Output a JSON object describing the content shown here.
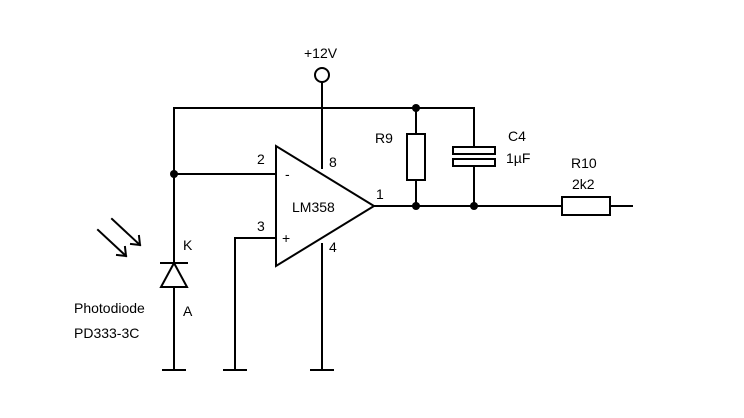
{
  "supply": {
    "label": "+12V"
  },
  "opamp": {
    "name": "LM358",
    "pins": {
      "inv": "2",
      "noninv": "3",
      "out": "1",
      "vcc": "8",
      "gnd": "4"
    },
    "minus": "-",
    "plus": "+"
  },
  "r9": {
    "ref": "R9"
  },
  "c4": {
    "ref": "C4",
    "value": "1µF"
  },
  "r10": {
    "ref": "R10",
    "value": "2k2"
  },
  "photodiode": {
    "name": "Photodiode",
    "part": "PD333-3C",
    "cathode": "K",
    "anode": "A"
  }
}
